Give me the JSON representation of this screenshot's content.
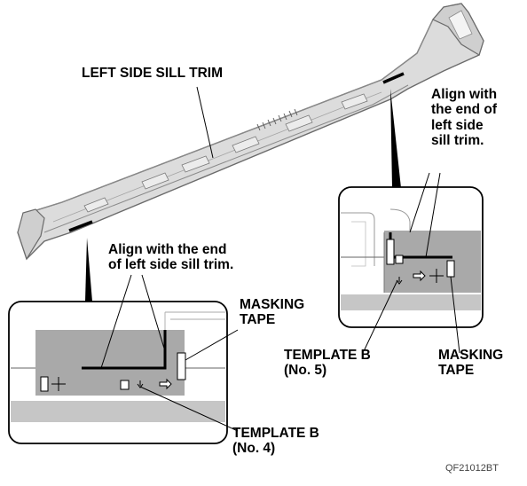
{
  "labels": {
    "part_name": "LEFT SIDE SILL TRIM",
    "align_right": "Align with\nthe end of\nleft side\nsill trim.",
    "align_left": "Align with the end\nof left side sill trim.",
    "masking_tape_left": "MASKING\nTAPE",
    "template_left": "TEMPLATE B\n(No. 4)",
    "template_right": "TEMPLATE B\n(No. 5)",
    "masking_tape_right": "MASKING\nTAPE"
  },
  "figure_code": "QF21012BT",
  "colors": {
    "ink": "#000000",
    "template_gray": "#a9a9a9",
    "floor_gray": "#c6c6c6",
    "trim_body": "#dcdcdc",
    "trim_edge": "#6b6b6b"
  }
}
